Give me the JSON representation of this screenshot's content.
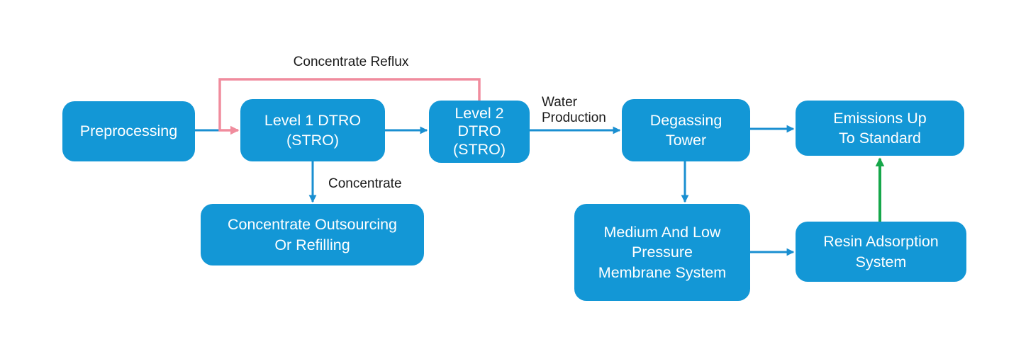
{
  "diagram_title": "",
  "nodes": {
    "preprocessing": {
      "label": "Preprocessing"
    },
    "level1_dtro": {
      "label": "Level 1 DTRO\n(STRO)"
    },
    "level2_dtro": {
      "label": "Level 2\nDTRO\n(STRO)"
    },
    "degassing_tower": {
      "label": "Degassing\nTower"
    },
    "emissions": {
      "label": "Emissions Up\nTo Standard"
    },
    "concentrate_outsourcing": {
      "label": "Concentrate Outsourcing\nOr Refilling"
    },
    "membrane_system": {
      "label": "Medium And Low\nPressure\nMembrane System"
    },
    "resin_adsorption": {
      "label": "Resin Adsorption\nSystem"
    }
  },
  "edge_labels": {
    "concentrate_reflux": "Concentrate Reflux",
    "water_production": "Water\nProduction",
    "concentrate": "Concentrate"
  },
  "colors": {
    "node_fill": "#1397d6",
    "flow_blue": "#1a8fd1",
    "reflux_pink": "#f08c9d",
    "standard_green": "#16a74a",
    "label_color": "#1a1a1a",
    "node_text": "#ffffff"
  }
}
